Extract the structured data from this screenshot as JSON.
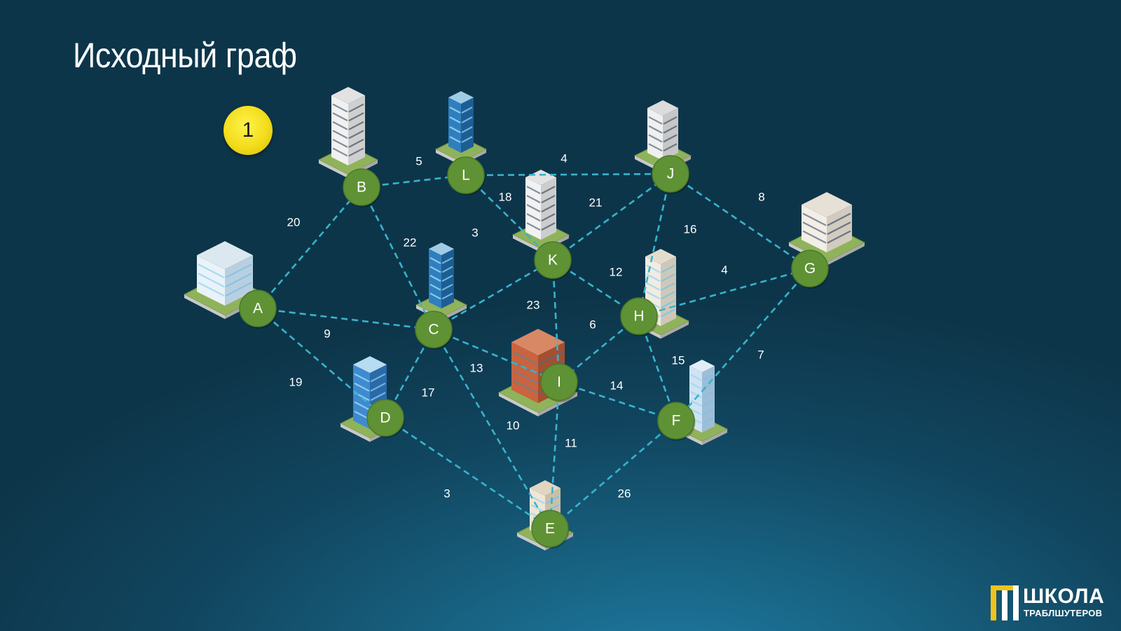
{
  "slide": {
    "title": "Исходный граф",
    "step": "1"
  },
  "graph": {
    "nodes": [
      {
        "id": "A",
        "label": "A"
      },
      {
        "id": "B",
        "label": "B"
      },
      {
        "id": "C",
        "label": "C"
      },
      {
        "id": "D",
        "label": "D"
      },
      {
        "id": "E",
        "label": "E"
      },
      {
        "id": "F",
        "label": "F"
      },
      {
        "id": "G",
        "label": "G"
      },
      {
        "id": "H",
        "label": "H"
      },
      {
        "id": "I",
        "label": "I"
      },
      {
        "id": "J",
        "label": "J"
      },
      {
        "id": "K",
        "label": "K"
      },
      {
        "id": "L",
        "label": "L"
      }
    ],
    "edges": [
      {
        "from": "A",
        "to": "B",
        "weight": "20"
      },
      {
        "from": "A",
        "to": "C",
        "weight": "9"
      },
      {
        "from": "A",
        "to": "D",
        "weight": "19"
      },
      {
        "from": "B",
        "to": "L",
        "weight": "5"
      },
      {
        "from": "B",
        "to": "C",
        "weight": "22"
      },
      {
        "from": "L",
        "to": "J",
        "weight": "4"
      },
      {
        "from": "L",
        "to": "K",
        "weight": "18"
      },
      {
        "from": "C",
        "to": "K",
        "weight": "3"
      },
      {
        "from": "K",
        "to": "J",
        "weight": "21"
      },
      {
        "from": "J",
        "to": "G",
        "weight": "8"
      },
      {
        "from": "J",
        "to": "H",
        "weight": "16"
      },
      {
        "from": "K",
        "to": "H",
        "weight": "12"
      },
      {
        "from": "H",
        "to": "G",
        "weight": "4"
      },
      {
        "from": "K",
        "to": "I",
        "weight": "23"
      },
      {
        "from": "H",
        "to": "I",
        "weight": "6"
      },
      {
        "from": "C",
        "to": "I",
        "weight": "13"
      },
      {
        "from": "C",
        "to": "D",
        "weight": "17"
      },
      {
        "from": "C",
        "to": "E",
        "weight": "10"
      },
      {
        "from": "I",
        "to": "E",
        "weight": "11"
      },
      {
        "from": "I",
        "to": "F",
        "weight": "14"
      },
      {
        "from": "H",
        "to": "F",
        "weight": "15"
      },
      {
        "from": "G",
        "to": "F",
        "weight": "7"
      },
      {
        "from": "D",
        "to": "E",
        "weight": "3"
      },
      {
        "from": "F",
        "to": "E",
        "weight": "26"
      }
    ]
  },
  "colors": {
    "node_fill": "#5f9234",
    "edge": "#38b3cc",
    "badge": "#f2dc1a",
    "logo_accent": "#f2c21a"
  },
  "logo": {
    "main": "ШКОЛА",
    "sub": "ТРАБЛШУТЕРОВ"
  }
}
